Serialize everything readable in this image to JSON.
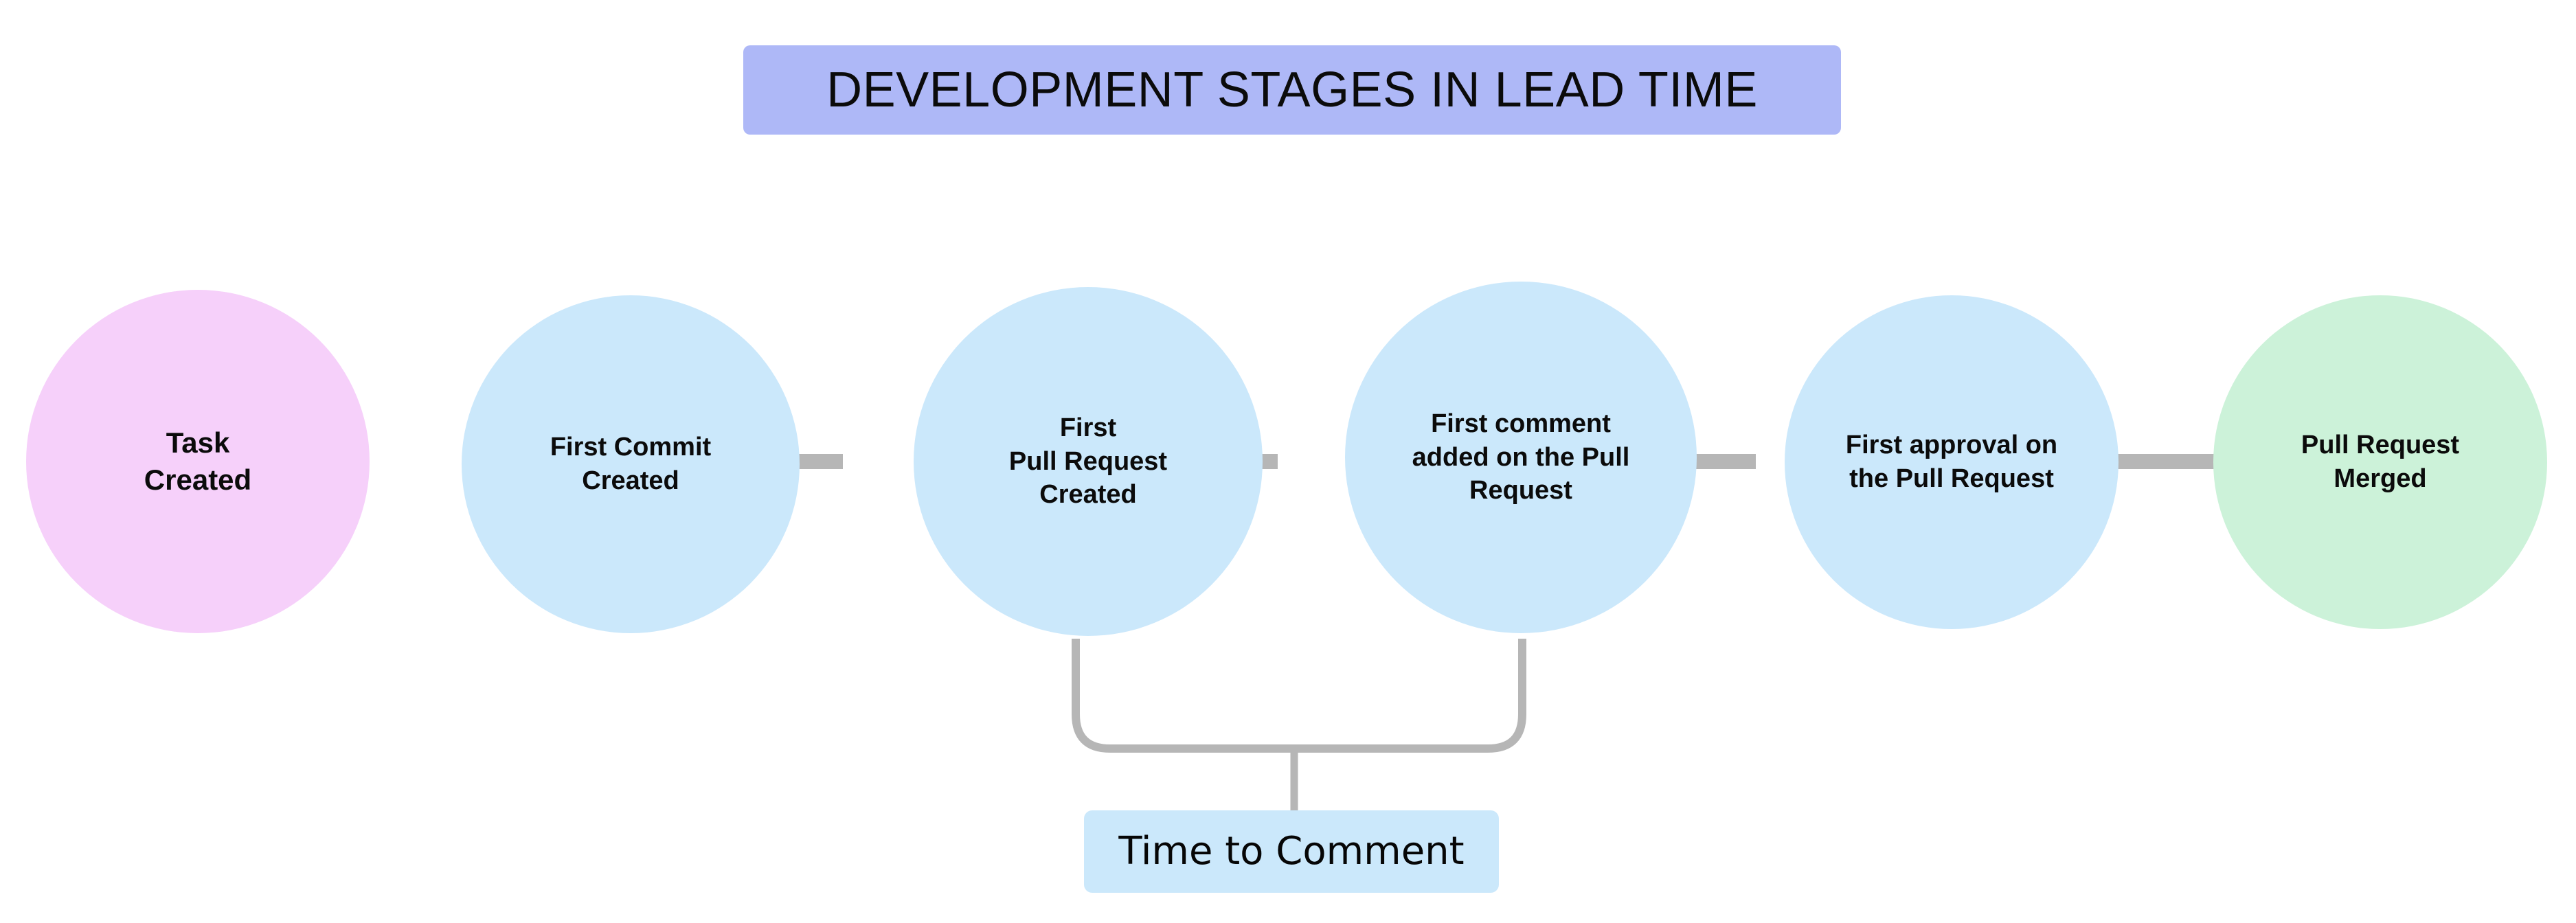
{
  "diagram": {
    "title": "DEVELOPMENT STAGES IN LEAD TIME",
    "title_bg_color": "#aeb8f7",
    "background_color": "#ffffff",
    "connector_color": "#b6b6b6",
    "stages": [
      {
        "id": "task-created",
        "label": "Task\nCreated",
        "color": "#f6d0fa",
        "order": 1
      },
      {
        "id": "first-commit-created",
        "label": "First Commit\nCreated",
        "color": "#cbe8fb",
        "order": 2
      },
      {
        "id": "first-pull-request-created",
        "label": "First\nPull Request\nCreated",
        "color": "#cbe8fb",
        "order": 3
      },
      {
        "id": "first-comment-added-on-the-pull-request",
        "label": "First comment\nadded on the Pull\nRequest",
        "color": "#cbe8fb",
        "order": 4
      },
      {
        "id": "first-approval-on-the-pull-request",
        "label": "First approval on\nthe Pull Request",
        "color": "#cbe8fb",
        "order": 5
      },
      {
        "id": "pull-request-merged",
        "label": "Pull Request\nMerged",
        "color": "#ccf2d9",
        "order": 6
      }
    ],
    "metrics": [
      {
        "id": "time-to-comment",
        "label": "Time to Comment",
        "bg_color": "#cbe8fb",
        "from_stage": "first-pull-request-created",
        "to_stage": "first-comment-added-on-the-pull-request"
      }
    ]
  }
}
